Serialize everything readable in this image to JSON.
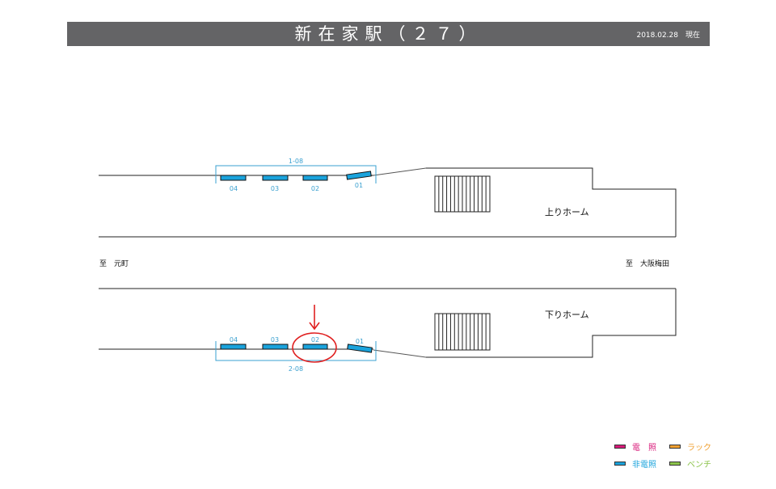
{
  "header": {
    "title": "新在家駅（２７）",
    "date": "2018.02.28　現在"
  },
  "directions": {
    "left": "至　元町",
    "right": "至　大阪梅田"
  },
  "platforms": {
    "up": {
      "label": "上りホーム",
      "group_label": "1-08",
      "boards": [
        {
          "id": "04",
          "type": "非電照"
        },
        {
          "id": "03",
          "type": "非電照"
        },
        {
          "id": "02",
          "type": "非電照"
        },
        {
          "id": "01",
          "type": "非電照"
        }
      ]
    },
    "down": {
      "label": "下りホーム",
      "group_label": "2-08",
      "boards": [
        {
          "id": "04",
          "type": "非電照"
        },
        {
          "id": "03",
          "type": "非電照"
        },
        {
          "id": "02",
          "type": "非電照",
          "highlighted": true
        },
        {
          "id": "01",
          "type": "非電照"
        }
      ]
    }
  },
  "legend": {
    "items": [
      {
        "label": "電　照",
        "color": "#d81b7a"
      },
      {
        "label": "ラック",
        "color": "#f0a030"
      },
      {
        "label": "非電照",
        "color": "#1aa3dc"
      },
      {
        "label": "ベンチ",
        "color": "#8bc34a"
      }
    ]
  },
  "colors": {
    "board": "#1aa3dc",
    "bracket": "#3aa0d0",
    "highlight": "#e02020",
    "header_bg": "#646466"
  }
}
